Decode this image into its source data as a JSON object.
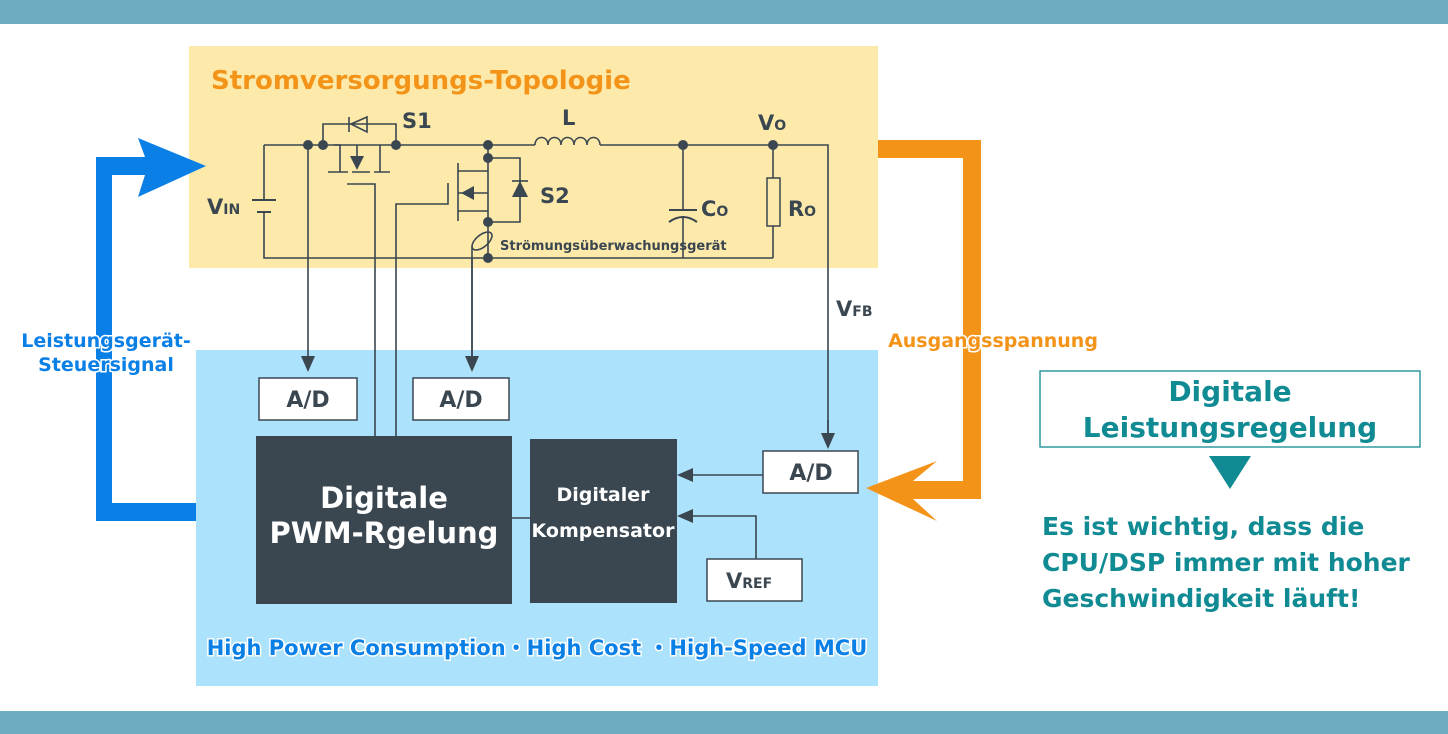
{
  "colors": {
    "band": "#6eadbf",
    "topology_bg": "#fdeaab",
    "controller_bg": "#ade2fd",
    "blue_arrow": "#0a7fe6",
    "orange_arrow": "#f39418",
    "dark_block": "#3a4650",
    "teal": "#108a93"
  },
  "topology": {
    "title": "Stromversorgungs-Topologie",
    "components": {
      "s1": "S1",
      "s2": "S2",
      "inductor": "L",
      "vout_main": "V",
      "vout_sub": "O",
      "vin_main": "V",
      "vin_sub": "IN",
      "cap_main": "C",
      "cap_sub": "O",
      "res_main": "R",
      "res_sub": "O"
    },
    "current_monitor": "Strömungsüberwachungsgerät"
  },
  "feedback": {
    "vfb_main": "V",
    "vfb_sub": "FB"
  },
  "arrows": {
    "left_label_line1": "Leistungsgerät-",
    "left_label_line2": "Steuersignal",
    "right_label": "Ausgangsspannung"
  },
  "controller": {
    "ad_labels": [
      "A/D",
      "A/D",
      "A/D"
    ],
    "pwm_line1": "Digitale",
    "pwm_line2": "PWM-Rgelung",
    "comp_line1": "Digitaler",
    "comp_line2": "Kompensator",
    "vref_main": "V",
    "vref_sub": "REF",
    "footer": "High Power Consumption・High Cost ・High-Speed MCU"
  },
  "side_note": {
    "box_line1": "Digitale",
    "box_line2": "Leistungsregelung",
    "text_line1": "Es ist wichtig, dass die",
    "text_line2": "CPU/DSP immer mit hoher",
    "text_line3": "Geschwindigkeit läuft!"
  }
}
